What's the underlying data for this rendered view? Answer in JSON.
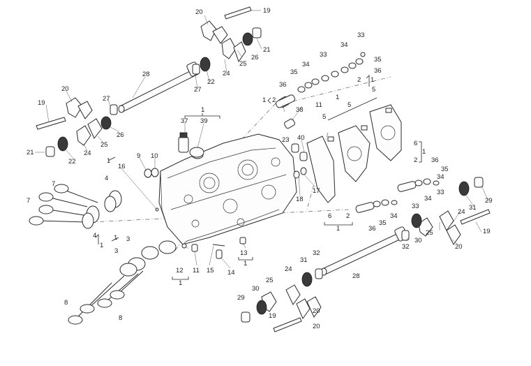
{
  "labels": {
    "n1": "1",
    "n2": "2",
    "n3": "3",
    "n4": "4",
    "n5": "5",
    "n6": "6",
    "n7": "7",
    "n8": "8",
    "n9": "9",
    "n10": "10",
    "n11": "11",
    "n12": "12",
    "n13": "13",
    "n14": "14",
    "n15": "15",
    "n16": "16",
    "n17": "17",
    "n18": "18",
    "n19": "19",
    "n20": "20",
    "n21": "21",
    "n22": "22",
    "n23": "23",
    "n24": "24",
    "n25": "25",
    "n26": "26",
    "n27": "27",
    "n28": "28",
    "n29": "29",
    "n30": "30",
    "n31": "31",
    "n32": "32",
    "n33": "33",
    "n34": "34",
    "n35": "35",
    "n36": "36",
    "n37": "37",
    "n38": "38",
    "n39": "39",
    "n40": "40"
  }
}
